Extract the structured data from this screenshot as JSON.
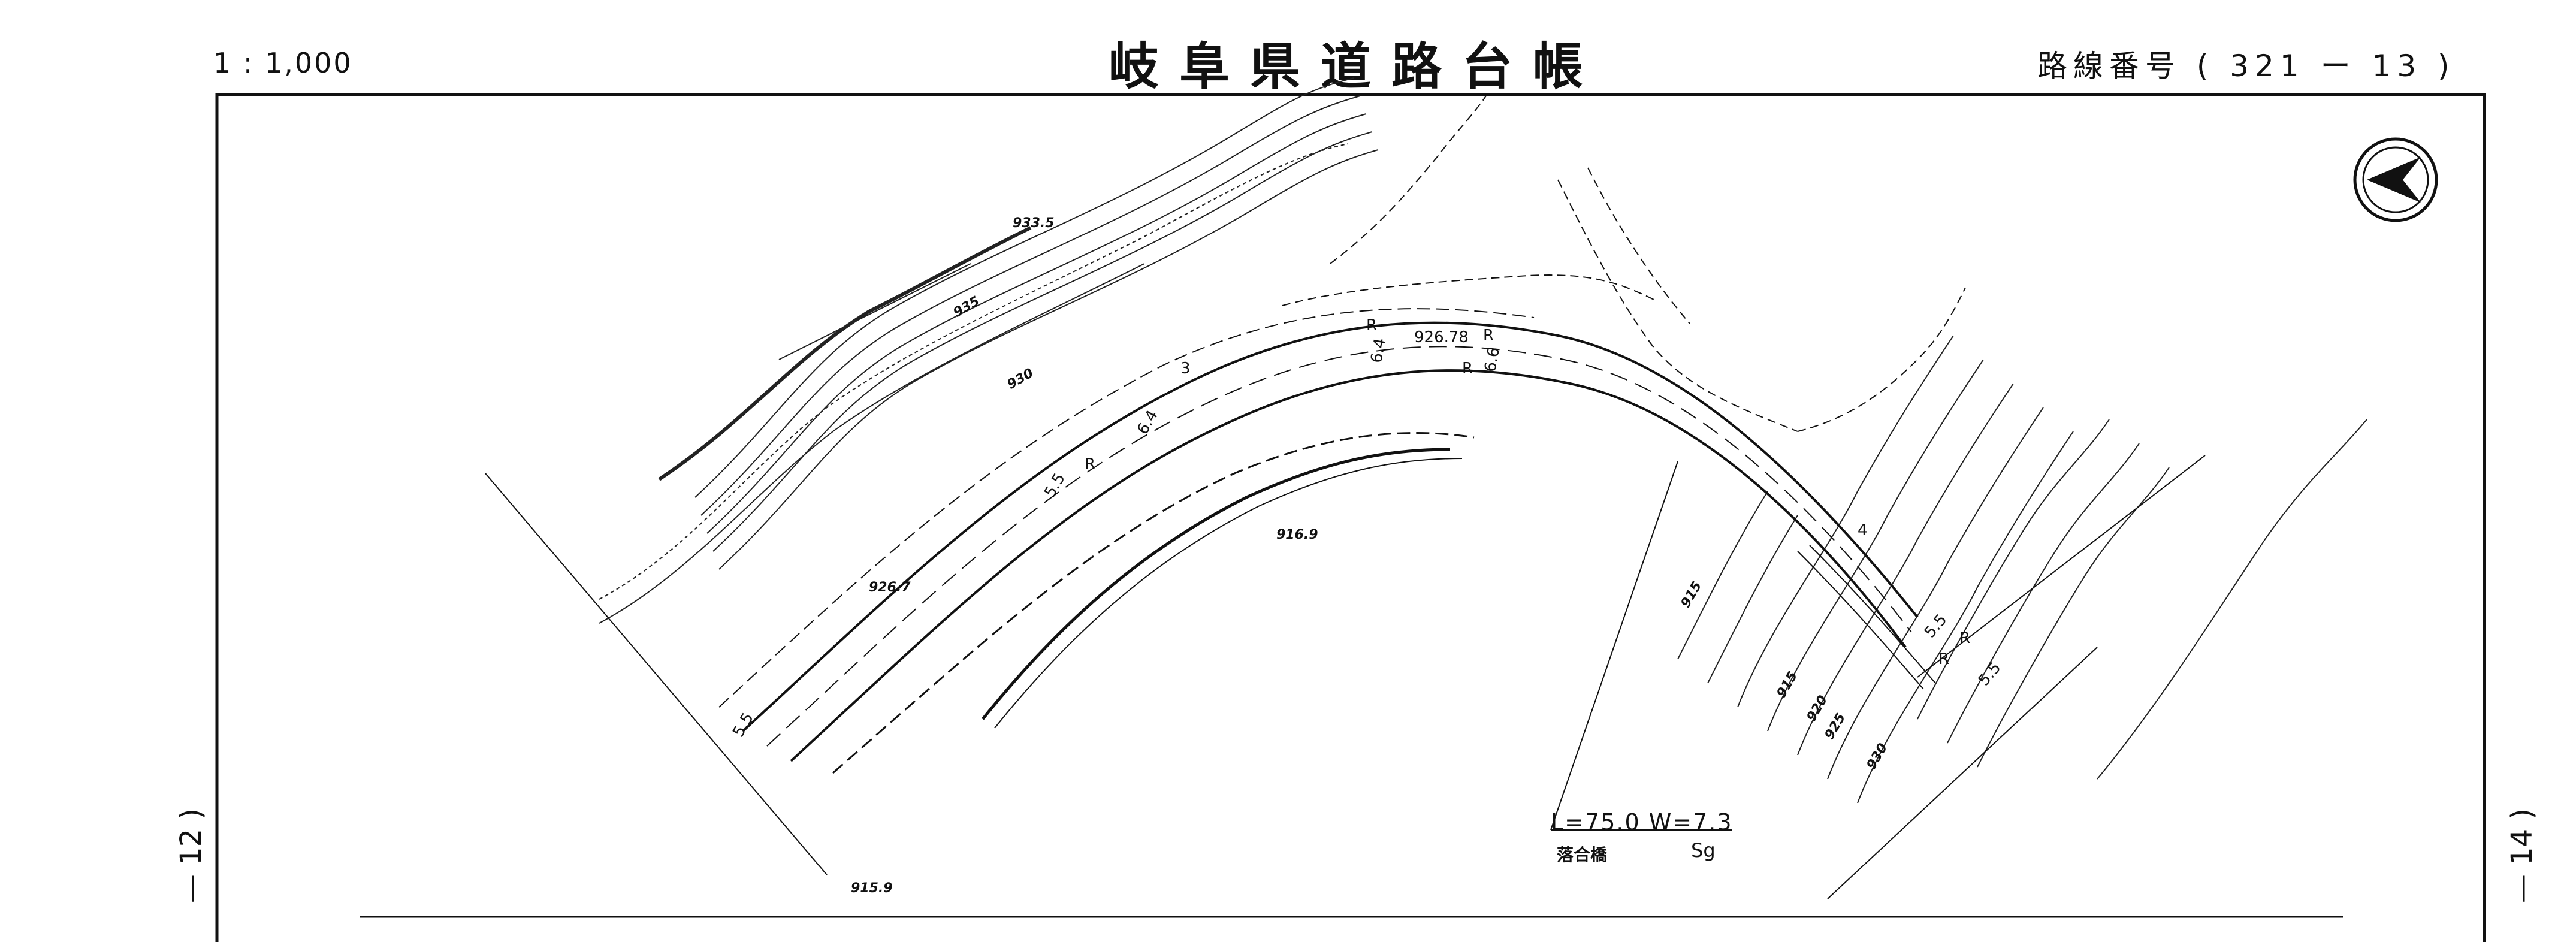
{
  "sheet": {
    "scale": "1 : 1,000",
    "title": "岐阜県道路台帳",
    "route_label": "路線番号",
    "route_number": "( 321 ー 13 )",
    "prev_page": "— 12 )",
    "next_page": "— 14 )"
  },
  "map": {
    "north_arrow": "north-arrow-icon",
    "spot_elevations": [
      "933.5",
      "926.78",
      "916.9",
      "926.7",
      "915.9"
    ],
    "contour_labels": [
      "935",
      "930",
      "915",
      "915",
      "920",
      "925",
      "930"
    ],
    "road_marks": [
      "R",
      "R",
      "R",
      "R",
      "R",
      "R",
      "3",
      "4",
      "6.4",
      "6.4",
      "6.6",
      "5.5",
      "5.5",
      "5.5",
      "5.5"
    ],
    "bridge": {
      "dimensions": "L=75.0  W=7.3",
      "name": "落合橋",
      "type": "Sg"
    }
  }
}
